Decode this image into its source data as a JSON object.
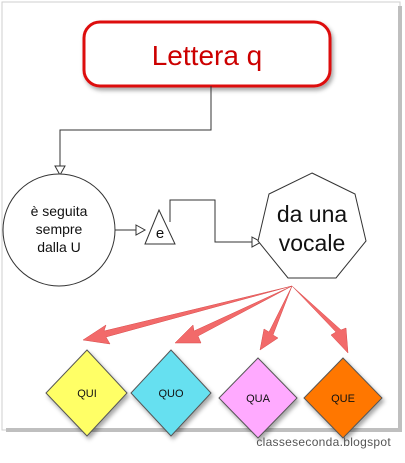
{
  "title": "Lettera q",
  "circle_text": [
    "è seguita",
    "sempre",
    "dalla U"
  ],
  "triangle_text": "e",
  "heptagon_text": [
    "da una",
    "vocale"
  ],
  "syllables": [
    {
      "label": "QUI",
      "color": "#ffff66"
    },
    {
      "label": "QUO",
      "color": "#66e0f0"
    },
    {
      "label": "QUA",
      "color": "#ffaaff"
    },
    {
      "label": "QUE",
      "color": "#ff7700"
    }
  ],
  "credit": "classeseconda.blogspot",
  "colors": {
    "title_border": "#dd1111",
    "title_text": "#cc0000",
    "arrow": "#f26a6a",
    "line": "#333333"
  }
}
